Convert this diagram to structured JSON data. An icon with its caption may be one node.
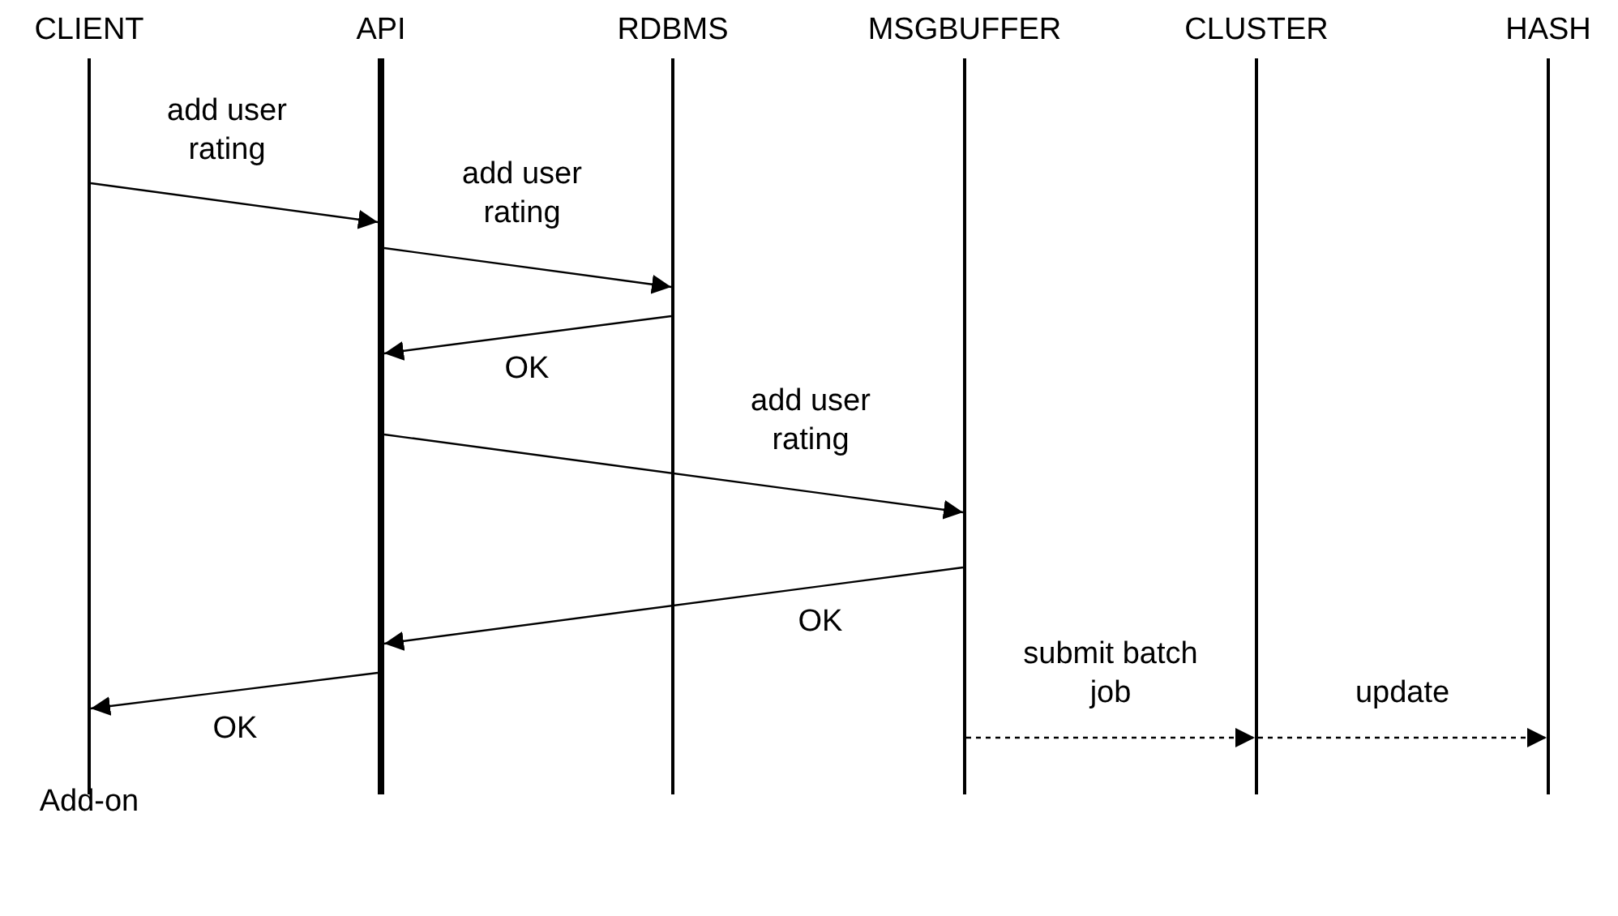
{
  "diagram": {
    "nodes": [
      {
        "text": [
          "CLIENT",
          "Add-on"
        ]
      },
      {
        "text": [
          "API"
        ]
      },
      {
        "text": [
          "RDBMS"
        ]
      },
      {
        "text": [
          "MSGBUFFER"
        ]
      },
      {
        "text": [
          "CLUSTER"
        ]
      },
      {
        "text": [
          "HASH"
        ]
      }
    ],
    "edges": [
      {
        "from": 0,
        "to": 1,
        "arrow": "to",
        "label": "add user rating"
      },
      {
        "from": 1,
        "to": 2,
        "arrow": "to",
        "label": "add user rating"
      },
      {
        "from": 2,
        "to": 1,
        "arrow": "to",
        "label": "OK"
      },
      {
        "from": 1,
        "to": 3,
        "arrow": "to",
        "label": "add user rating"
      },
      {
        "from": 3,
        "to": 1,
        "arrow": "to",
        "label": "OK"
      },
      {
        "from": 1,
        "to": 0,
        "arrow": "to",
        "label": "OK"
      },
      {
        "from": 3,
        "to": 4,
        "arrow": "to",
        "label": "submit batch job",
        "style": "dashed"
      },
      {
        "from": 4,
        "to": 5,
        "arrow": "to",
        "label": "update",
        "style": "dashed"
      }
    ]
  }
}
